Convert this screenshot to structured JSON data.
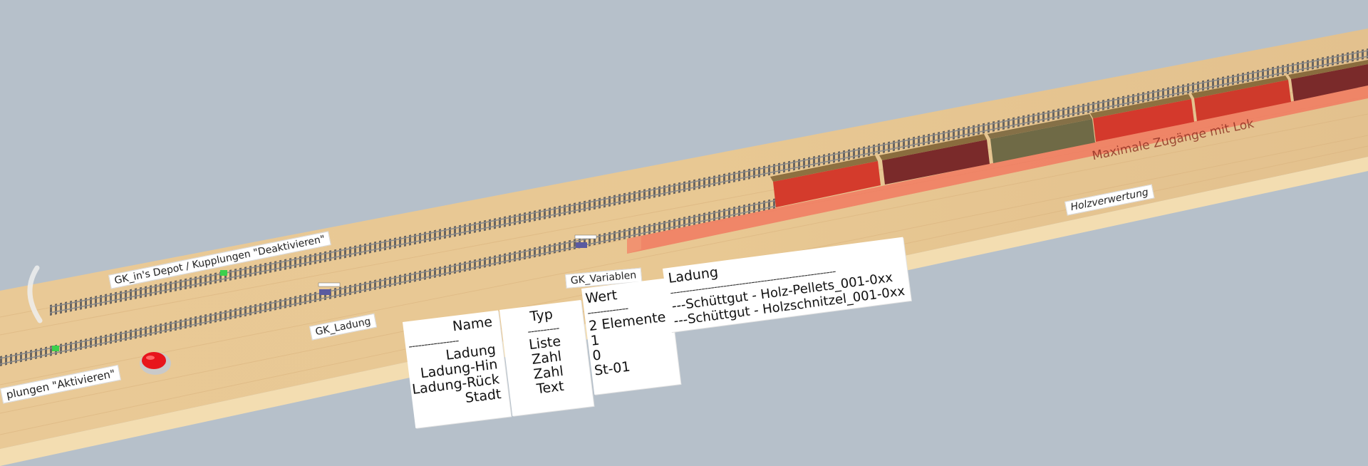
{
  "labels": {
    "depot_label": "GK_in's Depot / Kupplungen \"Deaktivieren\"",
    "ladung_label": "GK_Ladung",
    "couplings_activate_label": "plungen \"Aktivieren\"",
    "variables_label": "GK_Variablen",
    "holz_label": "Holzverwertung",
    "zone_label": "Maximale Zugänge mit Lok"
  },
  "variables_table": {
    "col_name": {
      "header": "Name",
      "separator": "----------------",
      "items": [
        "Ladung",
        "Ladung-Hin",
        "Ladung-Rück",
        "Stadt"
      ]
    },
    "col_type": {
      "header": "Typ",
      "separator": "----------",
      "items": [
        "Liste",
        "Zahl",
        "Zahl",
        "Text"
      ]
    },
    "col_value": {
      "header": "Wert",
      "separator": "-------------",
      "items": [
        "2 Elemente",
        "1",
        "0",
        "St-01"
      ]
    }
  },
  "list_panel": {
    "header": "Ladung",
    "separator": "-----------------------------------------------------",
    "items": [
      "---Schüttgut - Holz-Pellets_001-0xx",
      "---Schüttgut - Holzschnitzel_001-0xx"
    ]
  },
  "colors": {
    "background": "#b6c0ca",
    "table_top": "#e6c797",
    "table_front": "#f0dcb0",
    "zone": "#f17a60",
    "wagon_red": "#d0392b",
    "wagon_load": "#8b6d3d",
    "signal_green": "#3cd04c",
    "button_red": "#e8141c"
  },
  "icons": {
    "trigger": "red-button-icon",
    "signal": "green-signal-icon",
    "rotate": "rotate-handle-icon"
  }
}
